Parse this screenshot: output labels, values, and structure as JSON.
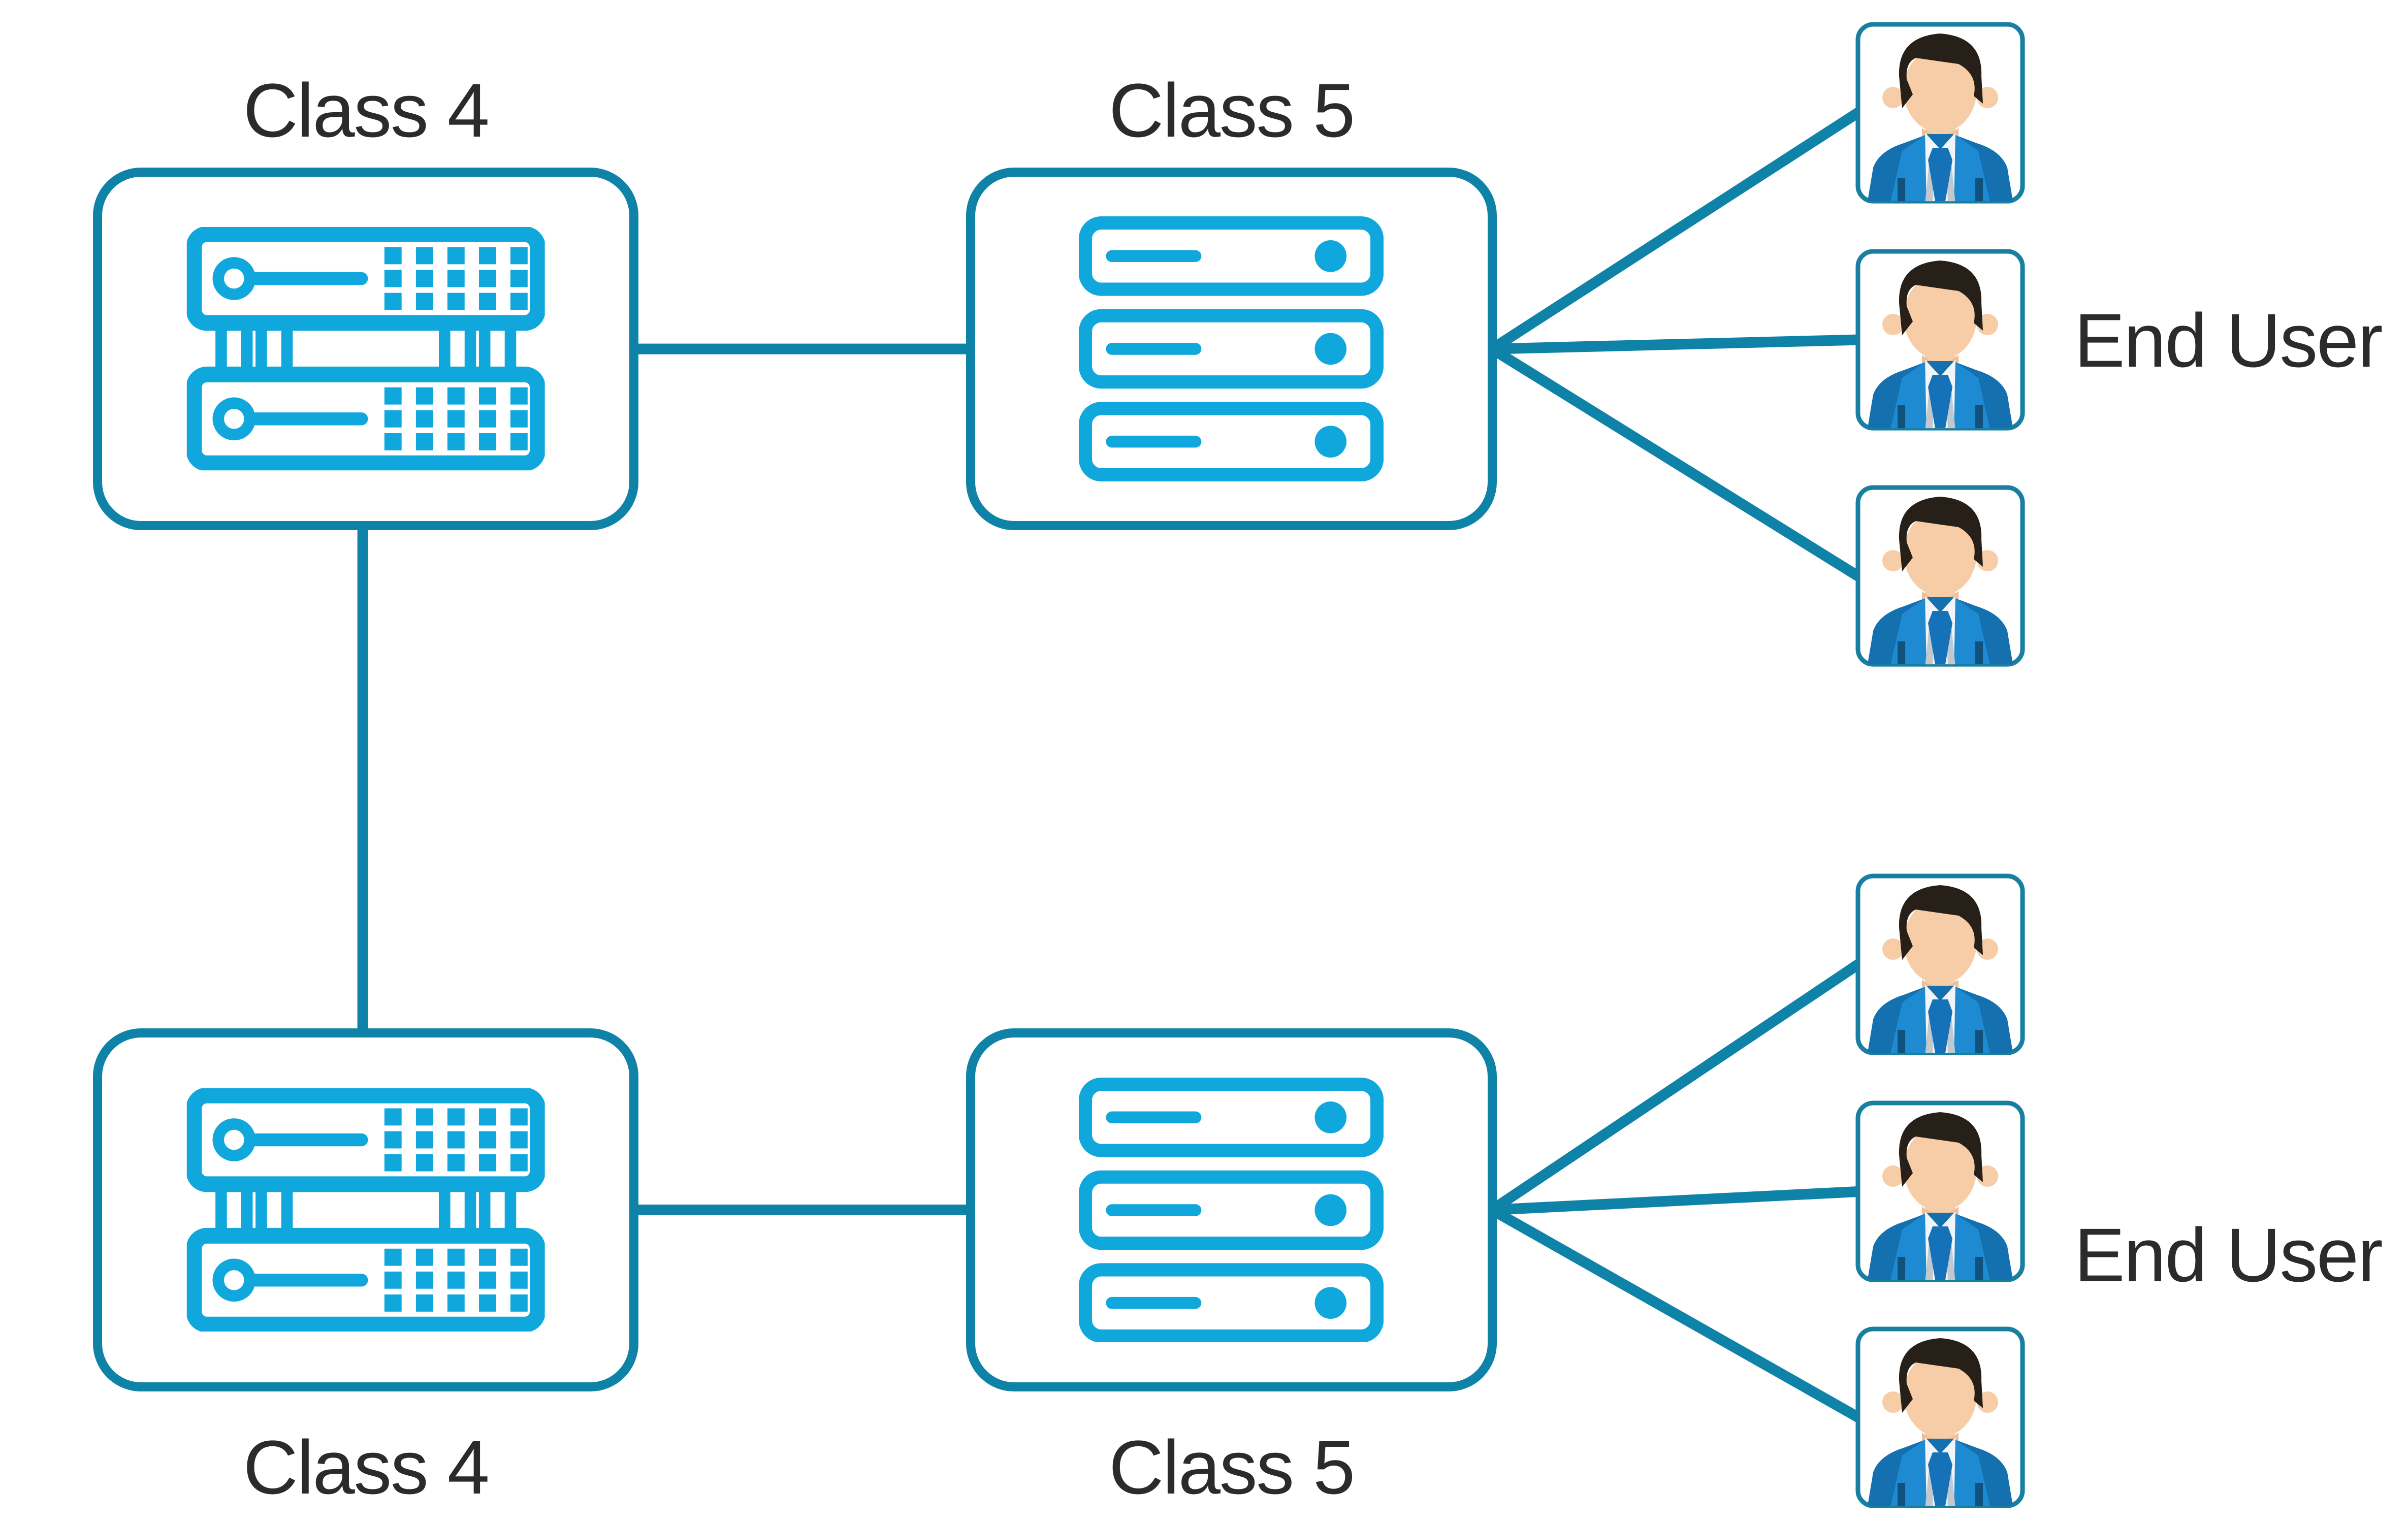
{
  "diagram": {
    "type": "network-topology",
    "background": "#FFFFFF"
  },
  "colors": {
    "wire": "#0F82A8",
    "node_border": "#0F82A8",
    "icon_accent": "#0FA7DC",
    "label_text": "#2B2B2B",
    "avatar_frame": "#187FA0",
    "avatar_suit": "#1E8AD2",
    "avatar_suit_dark": "#1470AE",
    "avatar_shirt": "#F2F5F7",
    "avatar_tie": "#1571B8",
    "avatar_skin": "#F6CDA7",
    "avatar_hair": "#262019"
  },
  "nodes": {
    "class4_top": {
      "label": "Class 4",
      "icon": "rack-server-2u-icon"
    },
    "class5_top": {
      "label": "Class 5",
      "icon": "rack-server-3u-icon"
    },
    "class4_bottom": {
      "label": "Class 4",
      "icon": "rack-server-2u-icon"
    },
    "class5_bottom": {
      "label": "Class 5",
      "icon": "rack-server-3u-icon"
    }
  },
  "groups": {
    "end_user_top": {
      "label": "End User",
      "users": 3,
      "icon": "person-avatar-icon"
    },
    "end_user_bottom": {
      "label": "End User",
      "users": 3,
      "icon": "person-avatar-icon"
    }
  },
  "connections": [
    {
      "from": "class4_top",
      "to": "class5_top"
    },
    {
      "from": "class4_top",
      "to": "class4_bottom"
    },
    {
      "from": "class4_bottom",
      "to": "class5_bottom"
    },
    {
      "from": "class5_top",
      "to": "end_user_top_1"
    },
    {
      "from": "class5_top",
      "to": "end_user_top_2"
    },
    {
      "from": "class5_top",
      "to": "end_user_top_3"
    },
    {
      "from": "class5_bottom",
      "to": "end_user_bottom_1"
    },
    {
      "from": "class5_bottom",
      "to": "end_user_bottom_2"
    },
    {
      "from": "class5_bottom",
      "to": "end_user_bottom_3"
    }
  ]
}
